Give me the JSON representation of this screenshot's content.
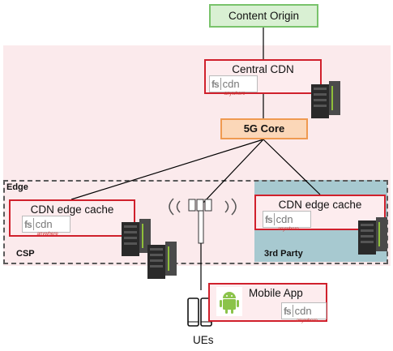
{
  "nodes": {
    "content_origin": "Content Origin",
    "central_cdn": "Central CDN",
    "core_5g": "5G Core",
    "edge_cache_csp": "CDN edge cache",
    "edge_cache_third_party": "CDN edge cache",
    "mobile_app": "Mobile App",
    "ues": "UEs"
  },
  "regions": {
    "edge": "Edge",
    "csp": "CSP",
    "third_party": "3rd Party"
  },
  "logo": {
    "left": "fs",
    "right": "cdn",
    "tagline": "anywhere"
  },
  "colors": {
    "origin_fill": "#d9f0d3",
    "origin_border": "#79c36b",
    "cdn_border": "#d0202c",
    "core_fill": "#fbd7b8",
    "core_border": "#ef9a50",
    "csp_fill": "#fbeaec",
    "third_party_fill": "#a7c9d0",
    "android_green": "#8bc34a"
  },
  "icons": [
    "server-icon",
    "antenna-icon",
    "phone-icon",
    "android-icon",
    "cdn-logo-icon"
  ]
}
